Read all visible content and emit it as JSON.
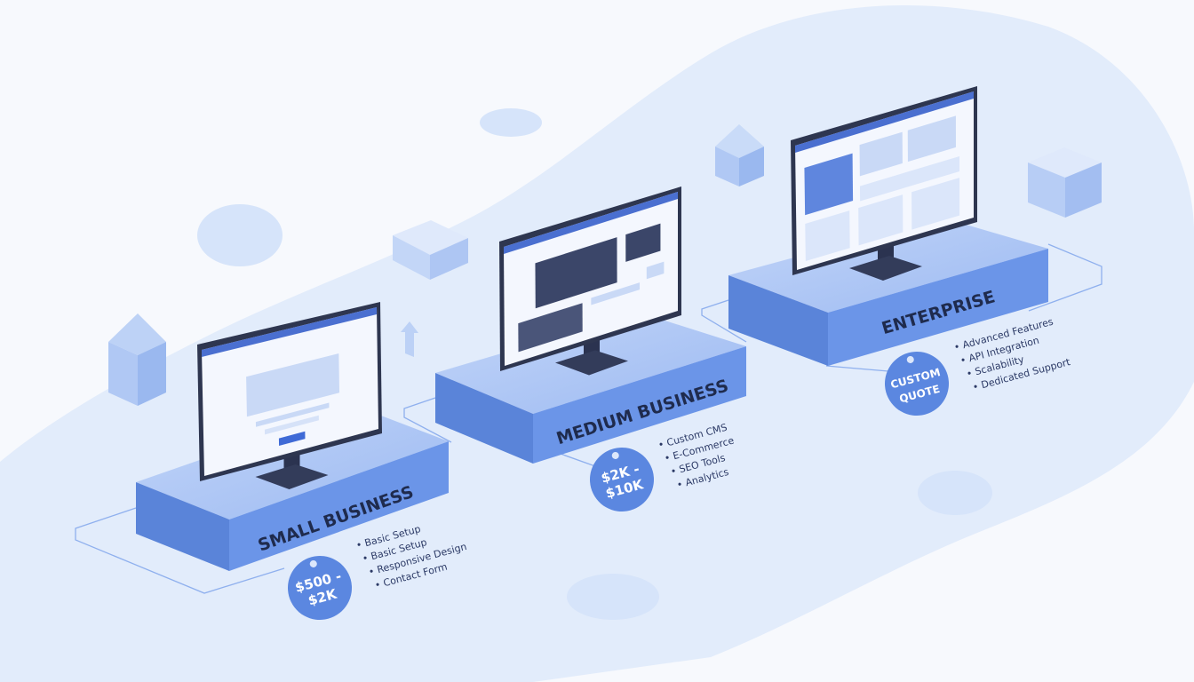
{
  "tiers": [
    {
      "name": "SMALL BUSINESS",
      "price_line1": "$500 -",
      "price_line2": "$2K",
      "features": [
        "Basic Setup",
        "Basic Setup",
        "Responsive Design",
        "Contact Form"
      ]
    },
    {
      "name": "MEDIUM BUSINESS",
      "price_line1": "$2K -",
      "price_line2": "$10K",
      "features": [
        "Custom CMS",
        "E-Commerce",
        "SEO Tools",
        "Analytics"
      ]
    },
    {
      "name": "ENTERPRISE",
      "price_line1": "CUSTOM",
      "price_line2": "QUOTE",
      "features": [
        "Advanced Features",
        "API Integration",
        "Scalability",
        "Dedicated Support"
      ]
    }
  ],
  "colors": {
    "platform_top": "#a9c4f5",
    "platform_front": "#6b95e8",
    "platform_side": "#5a84d9",
    "tag": "#5b87e0",
    "blob": "#e1ebfb",
    "screen_frame": "#2e3650"
  }
}
